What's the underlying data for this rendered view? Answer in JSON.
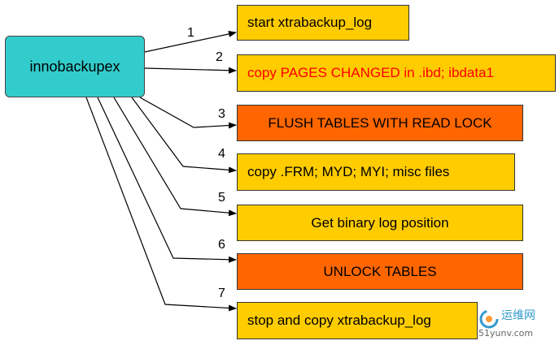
{
  "source": {
    "label": "innobackupex",
    "color": "#33cccc"
  },
  "steps": [
    {
      "number": "1",
      "label": "start xtrabackup_log",
      "fill": "#ffcc00",
      "text_color": "#000000"
    },
    {
      "number": "2",
      "label": "copy PAGES CHANGED in .ibd; ibdata1",
      "fill": "#ffcc00",
      "text_color": "#ff0000"
    },
    {
      "number": "3",
      "label": "FLUSH TABLES WITH READ LOCK",
      "fill": "#ff6600",
      "text_color": "#000000"
    },
    {
      "number": "4",
      "label": "copy .FRM; MYD; MYI; misc files",
      "fill": "#ffcc00",
      "text_color": "#000000"
    },
    {
      "number": "5",
      "label": "Get binary log position",
      "fill": "#ffcc00",
      "text_color": "#000000"
    },
    {
      "number": "6",
      "label": "UNLOCK TABLES",
      "fill": "#ff6600",
      "text_color": "#000000"
    },
    {
      "number": "7",
      "label": "stop and copy xtrabackup_log",
      "fill": "#ffcc00",
      "text_color": "#000000"
    }
  ],
  "watermark": {
    "line1": "运维网",
    "line2": "51yunv.com"
  }
}
